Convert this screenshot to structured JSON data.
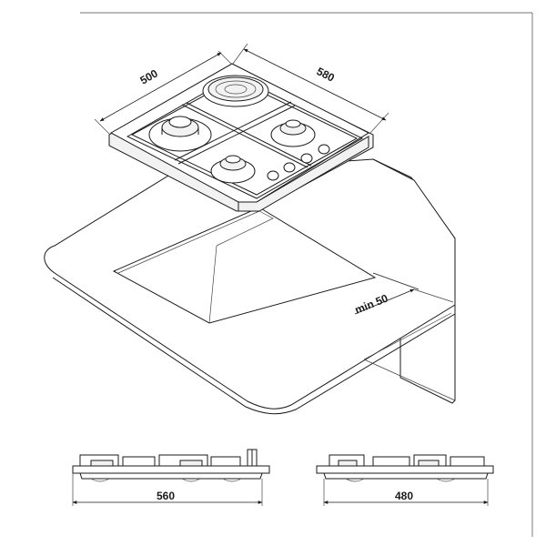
{
  "dimensions": {
    "depth": "500",
    "width": "580",
    "clearance": "min 50",
    "front_width": "560",
    "side_depth": "480"
  }
}
